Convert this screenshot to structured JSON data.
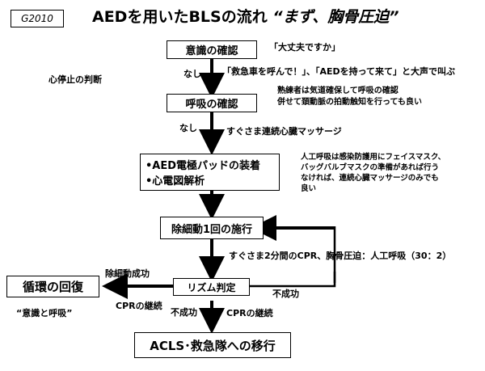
{
  "header": {
    "tag": "G2010",
    "title": "AEDを用いたBLSの流れ",
    "subtitle": "“まず、胸骨圧迫”"
  },
  "steps": {
    "consciousness": "意識の確認",
    "breathing": "呼吸の確認",
    "aed_line1": "•AED電極パッドの装着",
    "aed_line2": "•心電図解析",
    "defib": "除細動1回の施行",
    "rhythm": "リズム判定",
    "recovery": "循環の回復",
    "acls": "ACLS･救急隊への移行"
  },
  "notes": {
    "daijoubu": "「大丈夫ですか」",
    "shout": "「救急車を呼んで！」、「AEDを持って来て」と大声で叫ぶ",
    "judge": "心停止の判断",
    "nashi1": "なし",
    "expert1": "熟練者は気道確保して呼吸の確認",
    "expert2": "併せて頚動脈の拍動触知を行っても良い",
    "nashi2": "なし",
    "cpr_now": "すぐさま連続心臓マッサージ",
    "ai1": "人工呼吸は感染防護用にフェイスマスク、",
    "ai2": "バッグバルブマスクの準備があれば行う",
    "ai3": "なければ、連続心臓マッサージのみでも",
    "ai4": "良い",
    "cpr2min": "すぐさま2分間のCPR、胸骨圧迫：人工呼吸（30：2）",
    "defib_success": "除細動成功",
    "fail_right": "不成功",
    "conscious_breath": "“意識と呼吸”",
    "cpr_continue_left": "CPRの継続",
    "fail_down": "不成功",
    "cpr_continue_right": "CPRの継続"
  }
}
